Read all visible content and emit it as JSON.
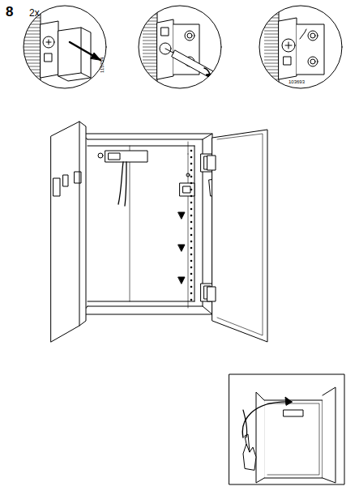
{
  "diagram": {
    "labels": [
      "8",
      "2x",
      "115754",
      "103693"
    ]
  }
}
